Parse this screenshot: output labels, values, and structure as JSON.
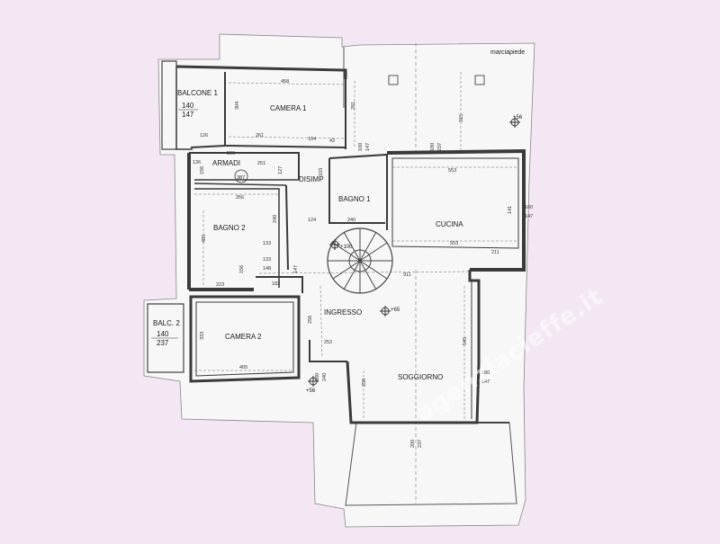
{
  "header": {
    "street_label": "marciapiede"
  },
  "rooms": {
    "balcone1": "BALCONE 1",
    "balcone1_dims_top": "140",
    "balcone1_dims_bottom": "147",
    "camera1": "CAMERA 1",
    "armadi": "ARMADI",
    "disimp": "DISIMP",
    "bagno1": "BAGNO 1",
    "cucina": "CUCINA",
    "bagno2": "BAGNO 2",
    "ingresso": "INGRESSO",
    "balc2": "BALC. 2",
    "balc2_dims_top": "140",
    "balc2_dims_bottom": "237",
    "camera2": "CAMERA 2",
    "soggiorno": "SOGGIORNO"
  },
  "window_dims": {
    "top_left_top": "100",
    "top_left_bottom": "147",
    "top_right_top": "180",
    "top_right_bottom": "237",
    "cucina_top": "160",
    "cucina_bottom": "147",
    "soggiorno_right_top": "180",
    "soggiorno_right_bottom": "147",
    "ingresso_left_top": "100",
    "ingresso_left_bottom": "240",
    "soggiorno_bottom_top": "200",
    "soggiorno_bottom_bottom": "237"
  },
  "dimensions": {
    "d458": "458",
    "d304": "304",
    "d261": "261",
    "d134": "134",
    "d43": "43",
    "d126": "126",
    "d229": "229",
    "d136": "136",
    "d156": "156",
    "d251": "251",
    "d127": "127",
    "d387": "387",
    "d356": "356",
    "d240": "240",
    "d405": "405",
    "d133a": "133",
    "d133b": "133",
    "d148": "148",
    "d156b": "156",
    "d223": "223",
    "d182": "182",
    "d147": "147",
    "d124": "124",
    "d553a": "553",
    "d553b": "553",
    "d141": "141",
    "d211": "211",
    "d911": "911",
    "d315": "315",
    "d281": "281",
    "d103": "103",
    "d256": "256",
    "d333": "333",
    "d405b": "405",
    "d545": "545",
    "d258": "258",
    "d252": "252"
  },
  "levels": {
    "outside": "+56",
    "stair": "+100",
    "ingresso": "+65",
    "soggiorno_door": "+56"
  },
  "watermark": "agenziacieffe.it"
}
